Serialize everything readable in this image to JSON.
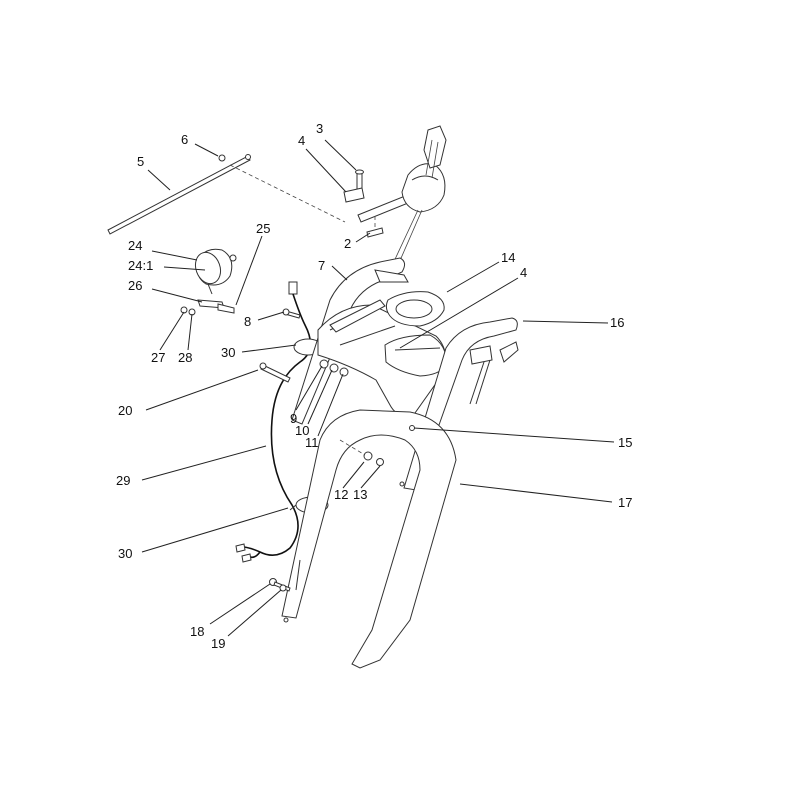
{
  "callouts": [
    {
      "id": "c3",
      "text": "3"
    },
    {
      "id": "c4a",
      "text": "4"
    },
    {
      "id": "c6",
      "text": "6"
    },
    {
      "id": "c5",
      "text": "5"
    },
    {
      "id": "c2",
      "text": "2"
    },
    {
      "id": "c24",
      "text": "24"
    },
    {
      "id": "c24_1",
      "text": "24:1"
    },
    {
      "id": "c25",
      "text": "25"
    },
    {
      "id": "c7",
      "text": "7"
    },
    {
      "id": "c14",
      "text": "14"
    },
    {
      "id": "c4b",
      "text": "4"
    },
    {
      "id": "c26",
      "text": "26"
    },
    {
      "id": "c8",
      "text": "8"
    },
    {
      "id": "c16",
      "text": "16"
    },
    {
      "id": "c27",
      "text": "27"
    },
    {
      "id": "c28",
      "text": "28"
    },
    {
      "id": "c30a",
      "text": "30"
    },
    {
      "id": "c20",
      "text": "20"
    },
    {
      "id": "c9",
      "text": "9"
    },
    {
      "id": "c10",
      "text": "10"
    },
    {
      "id": "c11",
      "text": "11"
    },
    {
      "id": "c15",
      "text": "15"
    },
    {
      "id": "c29",
      "text": "29"
    },
    {
      "id": "c12",
      "text": "12"
    },
    {
      "id": "c13",
      "text": "13"
    },
    {
      "id": "c17",
      "text": "17"
    },
    {
      "id": "c30b",
      "text": "30"
    },
    {
      "id": "c18",
      "text": "18"
    },
    {
      "id": "c19",
      "text": "19"
    }
  ]
}
